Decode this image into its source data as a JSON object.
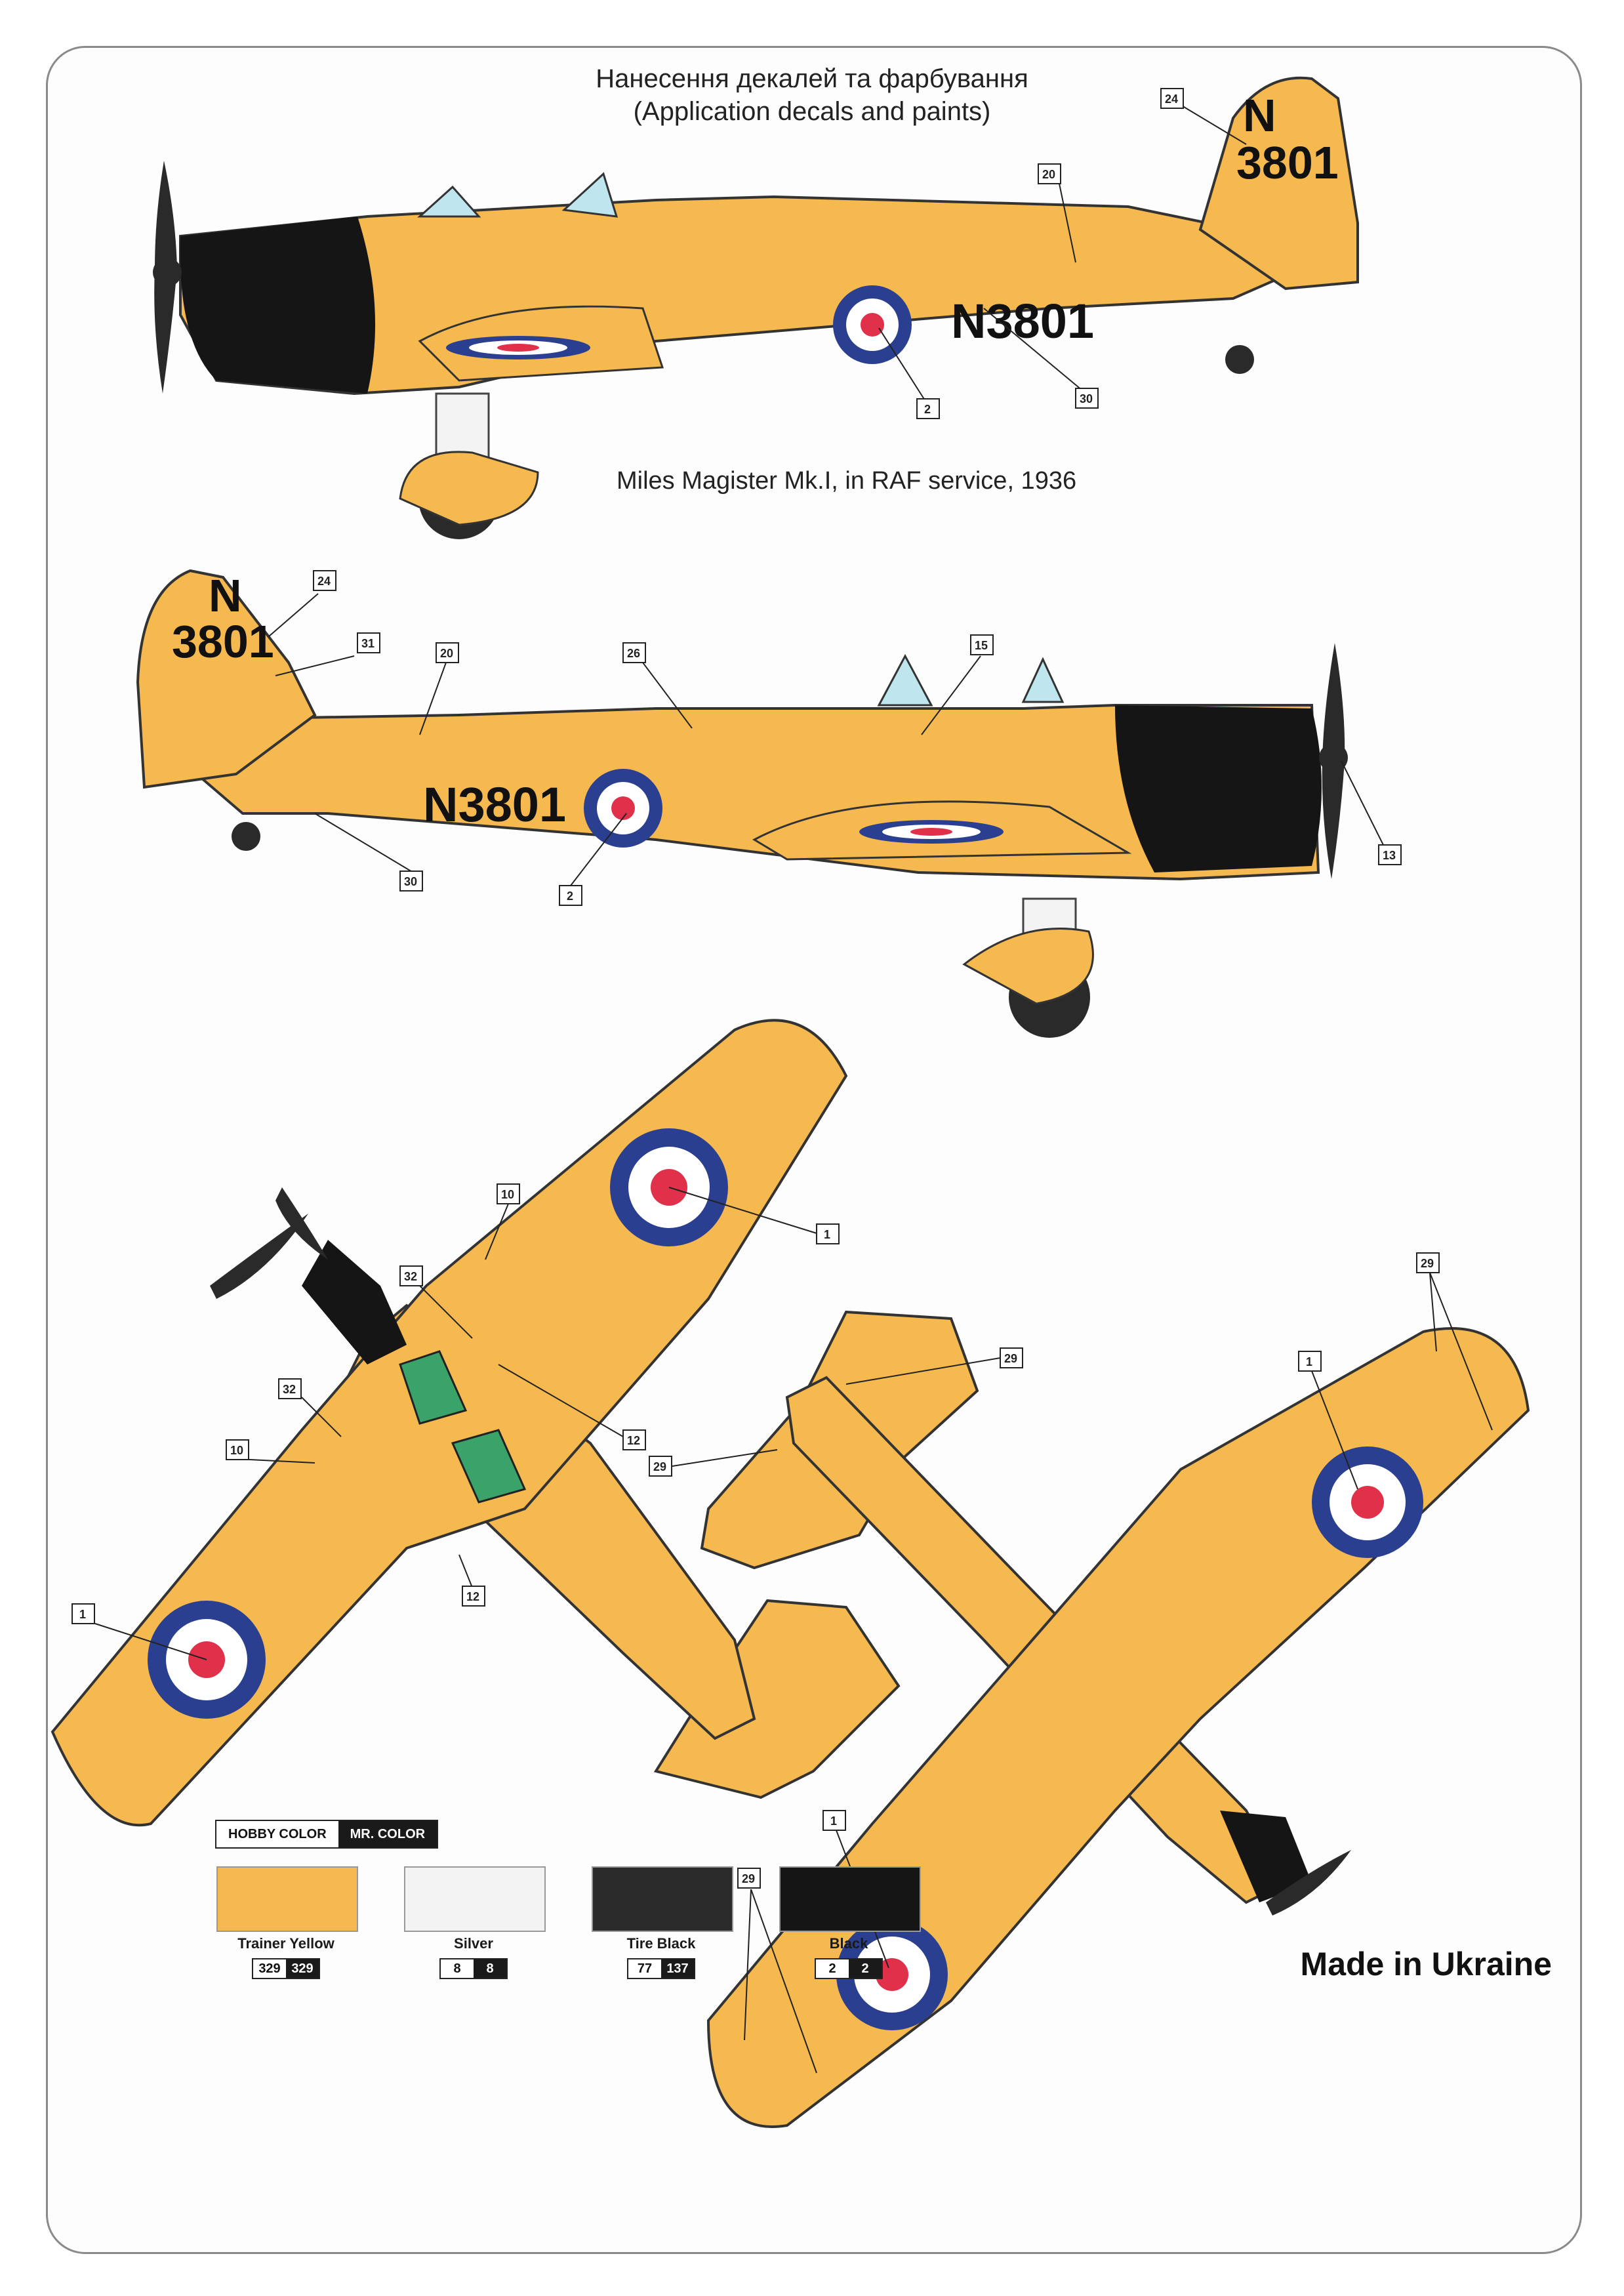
{
  "header": {
    "title_ua": "Нанесення декалей та фарбування",
    "title_en": "(Application decals and paints)"
  },
  "caption": "Miles Magister Mk.I, in RAF service, 1936",
  "aircraft": {
    "serial": "N3801",
    "fin_letter": "N",
    "fin_number": "3801"
  },
  "colors": {
    "trainer_yellow": "#f5b94f",
    "silver": "#f3f3f3",
    "tire_black": "#2a2a2a",
    "black": "#151515",
    "roundel_blue": "#2a3f8f",
    "roundel_red": "#e0304a",
    "canopy": "#bfe6ee",
    "seat_green": "#3aa36a"
  },
  "callouts": {
    "c1": "1",
    "c2": "2",
    "c10": "10",
    "c12": "12",
    "c13": "13",
    "c15": "15",
    "c20": "20",
    "c24": "24",
    "c26": "26",
    "c29": "29",
    "c30": "30",
    "c31": "31",
    "c32": "32"
  },
  "legend": {
    "hobby_label": "HOBBY COLOR",
    "mr_label": "MR. COLOR",
    "swatches": [
      {
        "name": "Trainer Yellow",
        "hobby": "329",
        "mr": "329"
      },
      {
        "name": "Silver",
        "hobby": "8",
        "mr": "8"
      },
      {
        "name": "Tire Black",
        "hobby": "77",
        "mr": "137"
      },
      {
        "name": "Black",
        "hobby": "2",
        "mr": "2"
      }
    ]
  },
  "footer": {
    "made_in": "Made in Ukraine"
  }
}
